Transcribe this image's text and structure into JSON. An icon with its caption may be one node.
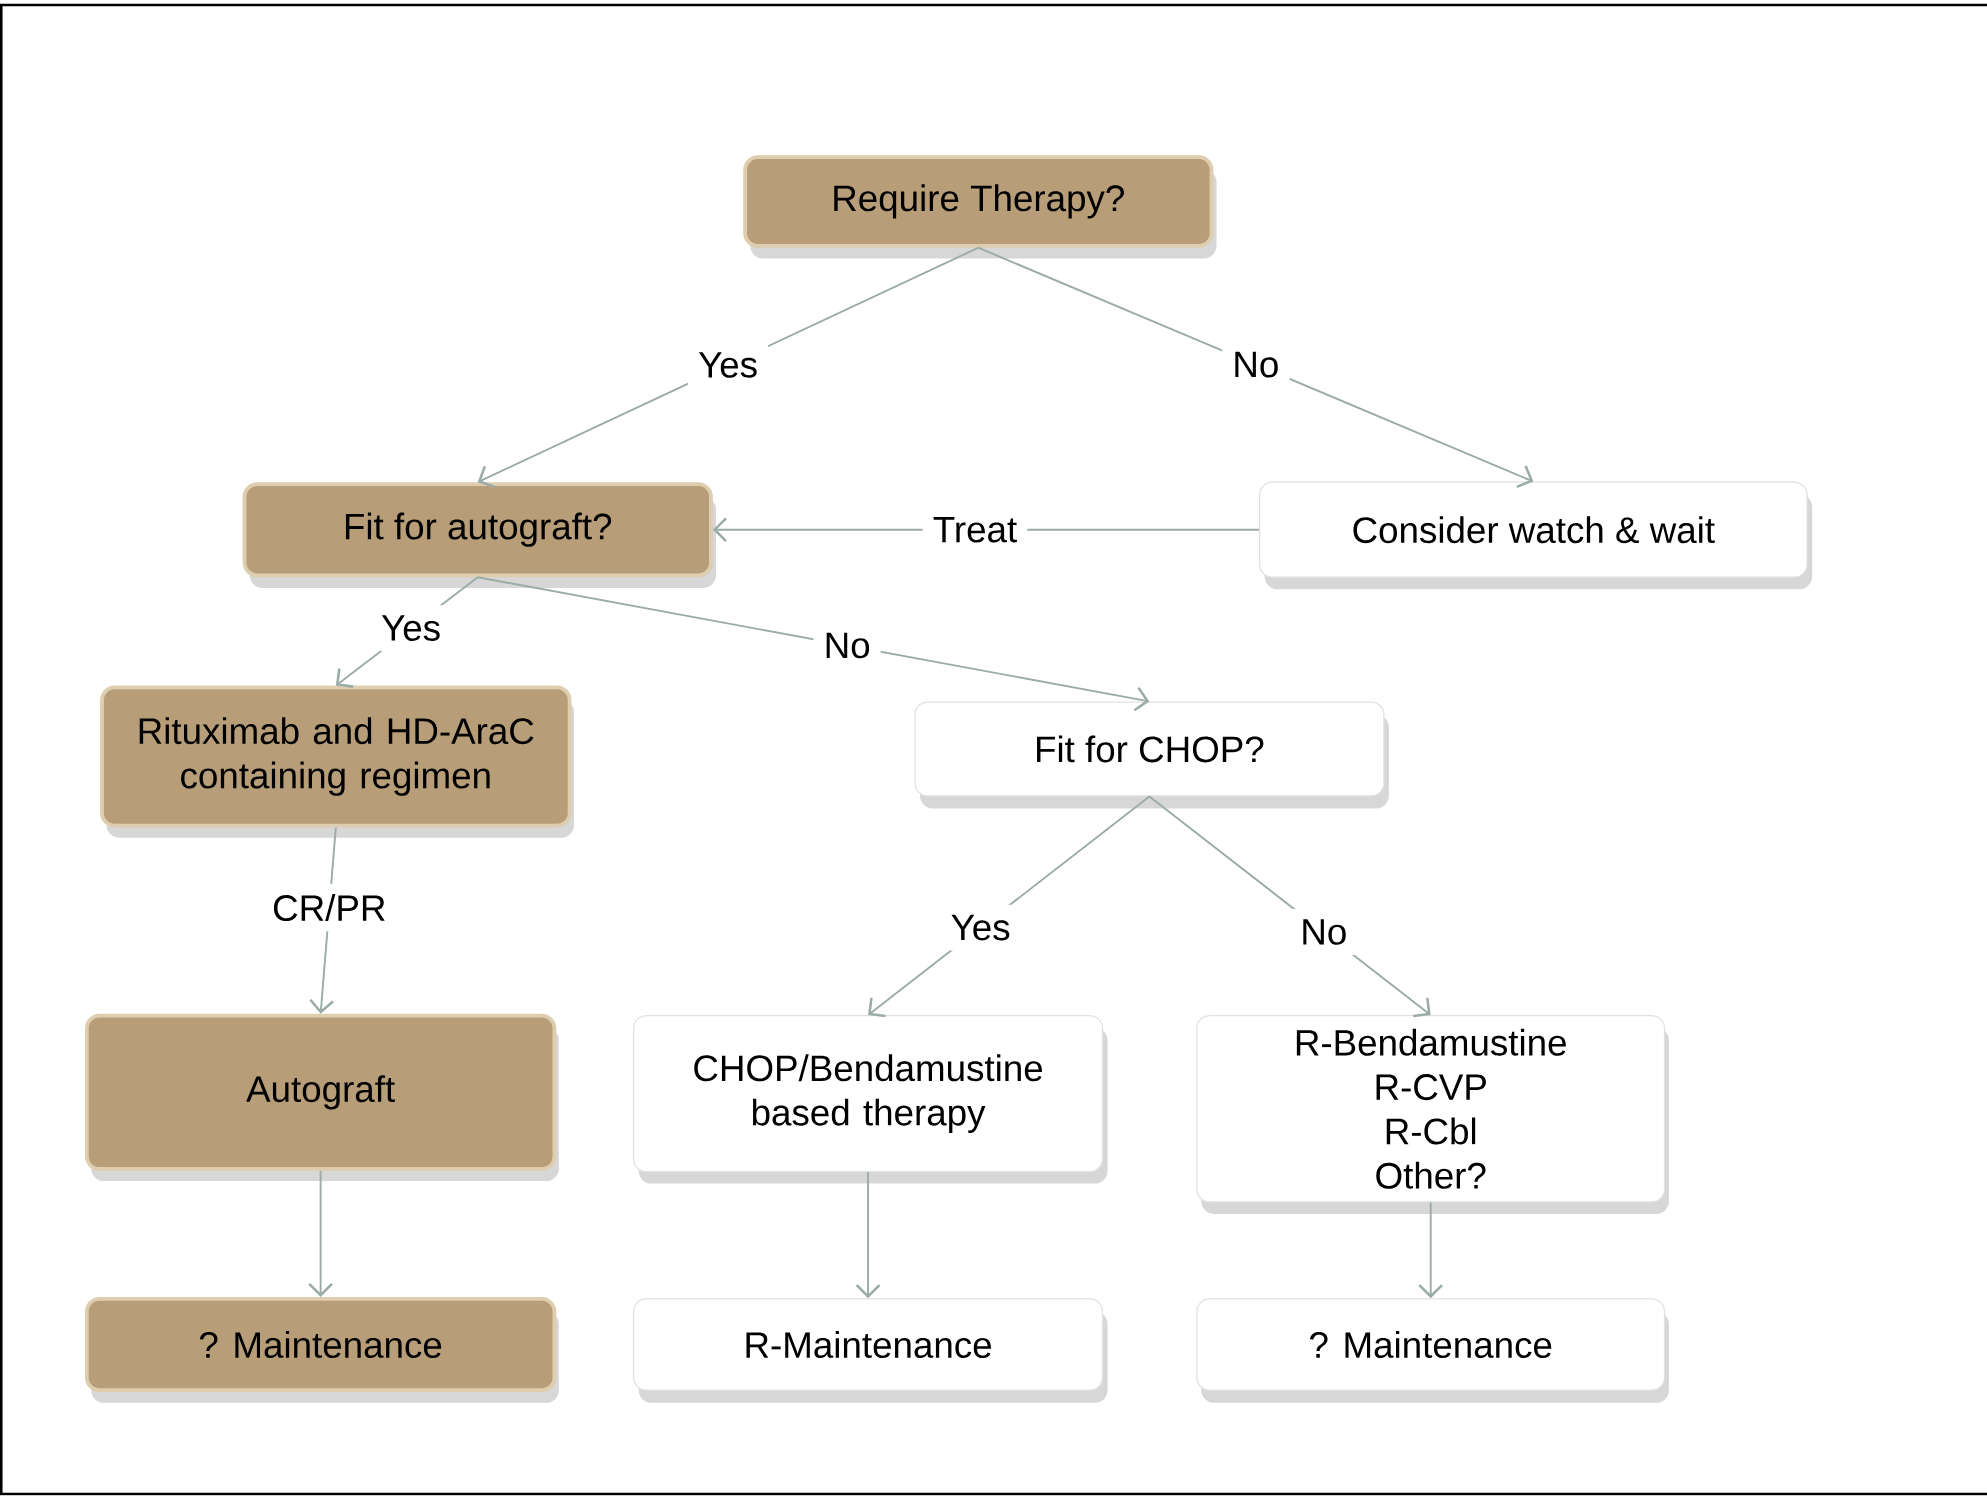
{
  "diagram": {
    "nodes": [
      {
        "text": [
          "Require Therapy?"
        ]
      },
      {
        "text": [
          "Fit for autograft?"
        ]
      },
      {
        "text": [
          "Consider watch & wait"
        ]
      },
      {
        "text": [
          "Rituximab and HD-AraC containing regimen"
        ]
      },
      {
        "text": [
          "Fit for CHOP?"
        ]
      },
      {
        "text": [
          "Autograft"
        ]
      },
      {
        "text": [
          "CHOP/Bendamustine based therapy"
        ]
      },
      {
        "text": [
          "R-Bendamustine",
          "R-CVP",
          "R-Cbl",
          "Other?"
        ]
      },
      {
        "text": [
          "? Maintenance"
        ]
      },
      {
        "text": [
          "R-Maintenance"
        ]
      },
      {
        "text": [
          "? Maintenance"
        ]
      }
    ],
    "edges": [
      {
        "from": 0,
        "to": 1,
        "arrow": "to",
        "label": "Yes"
      },
      {
        "from": 0,
        "to": 2,
        "arrow": "to",
        "label": "No"
      },
      {
        "from": 2,
        "to": 1,
        "arrow": "to",
        "label": "Treat"
      },
      {
        "from": 1,
        "to": 3,
        "arrow": "to",
        "label": "Yes"
      },
      {
        "from": 1,
        "to": 4,
        "arrow": "to",
        "label": "No"
      },
      {
        "from": 3,
        "to": 5,
        "arrow": "to",
        "label": "CR/PR"
      },
      {
        "from": 4,
        "to": 6,
        "arrow": "to",
        "label": "Yes"
      },
      {
        "from": 4,
        "to": 7,
        "arrow": "to",
        "label": "No"
      },
      {
        "from": 5,
        "to": 8,
        "arrow": "to"
      },
      {
        "from": 6,
        "to": 9,
        "arrow": "to"
      },
      {
        "from": 7,
        "to": 10,
        "arrow": "to"
      }
    ]
  }
}
